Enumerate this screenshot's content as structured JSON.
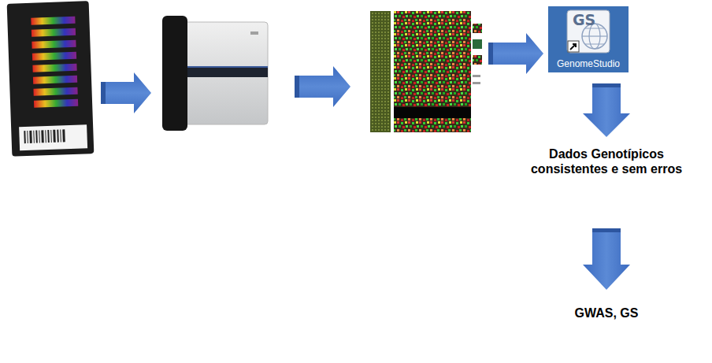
{
  "diagram": {
    "nodes": [
      {
        "text": [
          "GS",
          "GenomeStudio"
        ]
      }
    ],
    "labels": [
      "Dados Genotípicos consistentes e sem erros",
      "GWAS, GS"
    ]
  }
}
